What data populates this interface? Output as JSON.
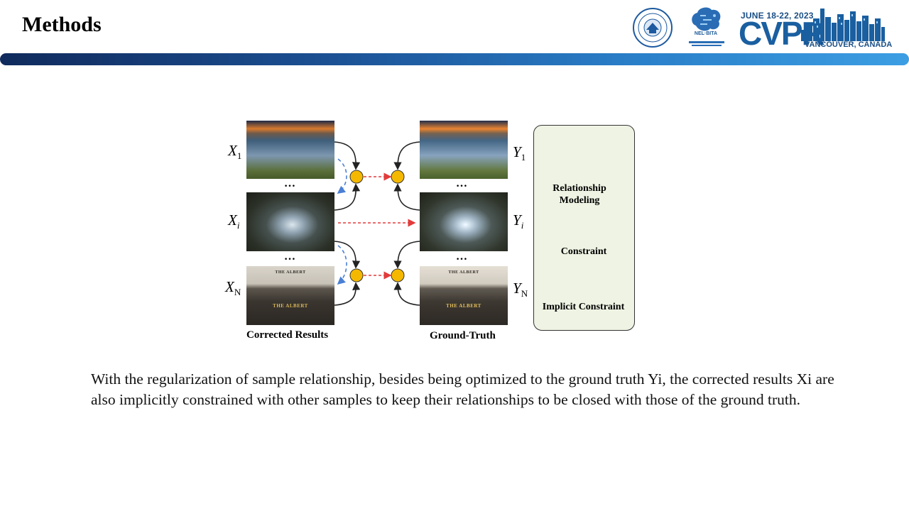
{
  "header": {
    "title": "Methods",
    "conference": {
      "date": "JUNE 18-22, 2023",
      "name": "CVPR",
      "location": "VANCOUVER, CANADA"
    },
    "lab_logo_text": "NEL·BITA"
  },
  "diagram": {
    "left_labels": [
      "X",
      "X",
      "X"
    ],
    "left_subs": [
      "1",
      "i",
      "N"
    ],
    "right_labels": [
      "Y",
      "Y",
      "Y"
    ],
    "right_subs": [
      "1",
      "i",
      "N"
    ],
    "ellipsis": "…",
    "pub_sign_top": "THE ALBERT",
    "pub_sign_bottom": "THE ALBERT",
    "left_caption": "Corrected Results",
    "right_caption": "Ground-Truth",
    "legend": {
      "relationship": "Relationship Modeling",
      "constraint": "Constraint",
      "implicit": "Implicit Constraint"
    },
    "colors": {
      "node": "#f5b800",
      "constraint": "#e23b3b",
      "implicit": "#4a7fd4"
    }
  },
  "body": {
    "text": "With the regularization of sample relationship, besides being optimized to the ground truth Yi, the corrected results Xi are also implicitly constrained with other samples to keep their relationships to be closed with those of the ground truth."
  }
}
